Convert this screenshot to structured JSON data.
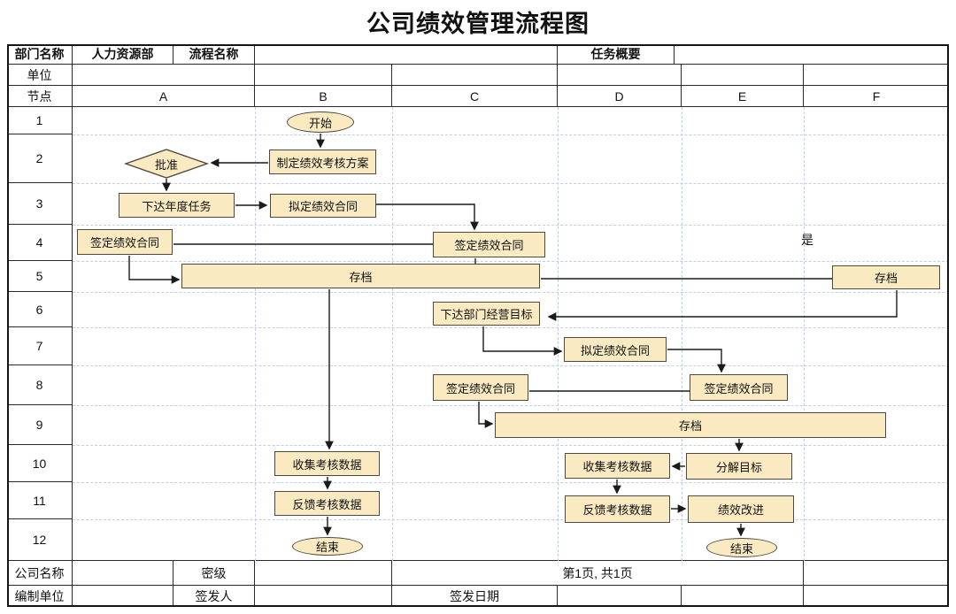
{
  "title": "公司绩效管理流程图",
  "header": {
    "dept_label": "部门名称",
    "dept_value": "人力资源部",
    "process_label": "流程名称",
    "process_value": "",
    "summary_label": "任务概要",
    "summary_value": "",
    "unit_label": "单位",
    "node_label": "节点",
    "columns": [
      "A",
      "B",
      "C",
      "D",
      "E",
      "F"
    ]
  },
  "rows": [
    "1",
    "2",
    "3",
    "4",
    "5",
    "6",
    "7",
    "8",
    "9",
    "10",
    "11",
    "12"
  ],
  "flowchart": {
    "yes_label": "是",
    "shapes": [
      {
        "id": "start",
        "type": "terminator",
        "label": "开始"
      },
      {
        "id": "make-appraisal-plan",
        "type": "process",
        "label": "制定绩效考核方案"
      },
      {
        "id": "approve",
        "type": "decision",
        "label": "批准"
      },
      {
        "id": "assign-annual-tasks",
        "type": "process",
        "label": "下达年度任务"
      },
      {
        "id": "draft-contract-b",
        "type": "process",
        "label": "拟定绩效合同"
      },
      {
        "id": "sign-contract-a",
        "type": "process",
        "label": "签定绩效合同"
      },
      {
        "id": "sign-contract-c",
        "type": "process",
        "label": "签定绩效合同"
      },
      {
        "id": "archive-1",
        "type": "process",
        "label": "存档"
      },
      {
        "id": "archive-f",
        "type": "process",
        "label": "存档"
      },
      {
        "id": "assign-dept-goals",
        "type": "process",
        "label": "下达部门经营目标"
      },
      {
        "id": "draft-contract-d",
        "type": "process",
        "label": "拟定绩效合同"
      },
      {
        "id": "sign-contract-c2",
        "type": "process",
        "label": "签定绩效合同"
      },
      {
        "id": "sign-contract-e",
        "type": "process",
        "label": "签定绩效合同"
      },
      {
        "id": "archive-2",
        "type": "process",
        "label": "存档"
      },
      {
        "id": "collect-data-b",
        "type": "process",
        "label": "收集考核数据"
      },
      {
        "id": "collect-data-d",
        "type": "process",
        "label": "收集考核数据"
      },
      {
        "id": "decompose-goals",
        "type": "process",
        "label": "分解目标"
      },
      {
        "id": "feedback-data-b",
        "type": "process",
        "label": "反馈考核数据"
      },
      {
        "id": "feedback-data-d",
        "type": "process",
        "label": "反馈考核数据"
      },
      {
        "id": "performance-improve",
        "type": "process",
        "label": "绩效改进"
      },
      {
        "id": "end-b",
        "type": "terminator",
        "label": "结束"
      },
      {
        "id": "end-e",
        "type": "terminator",
        "label": "结束"
      }
    ]
  },
  "footer": {
    "company_label": "公司名称",
    "secrecy_label": "密级",
    "page_info": "第1页, 共1页",
    "org_label": "编制单位",
    "signer_label": "签发人",
    "sign_date_label": "签发日期"
  },
  "colors": {
    "shape_fill": "#faeac2",
    "shape_border": "#4f4a40",
    "line": "#1a1a1a",
    "grid_dash": "#c4cde6"
  }
}
